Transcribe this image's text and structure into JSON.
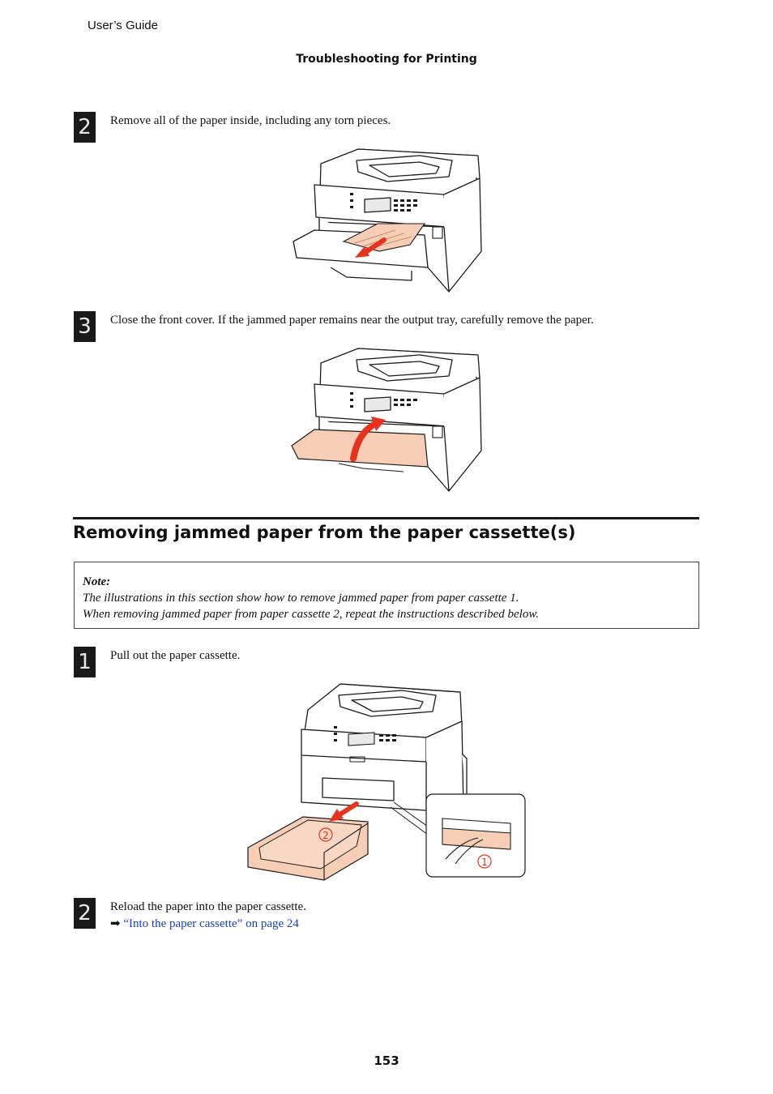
{
  "header": {
    "guide": "User’s Guide",
    "chapter": "Troubleshooting for Printing"
  },
  "steps_top": [
    {
      "num": "2",
      "text": "Remove all of the paper inside, including any torn pieces."
    },
    {
      "num": "3",
      "text": "Close the front cover. If the jammed paper remains near the output tray, carefully remove the paper."
    }
  ],
  "section": {
    "title": "Removing jammed paper from the paper cassette(s)"
  },
  "note": {
    "label": "Note:",
    "line1": "The illustrations in this section show how to remove jammed paper from paper cassette 1.",
    "line2": "When removing jammed paper from paper cassette 2, repeat the instructions described below."
  },
  "steps_bottom": [
    {
      "num": "1",
      "text": "Pull out the paper cassette."
    },
    {
      "num": "2",
      "text": "Reload the paper into the paper cassette.",
      "link_arrow": "➡",
      "link": "“Into the paper cassette” on page 24"
    }
  ],
  "callouts": {
    "c1": "1",
    "c2": "2"
  },
  "colors": {
    "accent_red": "#e8321e",
    "paper": "#f6cdb5",
    "ink": "#1a1a1a"
  },
  "footer": {
    "page": "153"
  }
}
